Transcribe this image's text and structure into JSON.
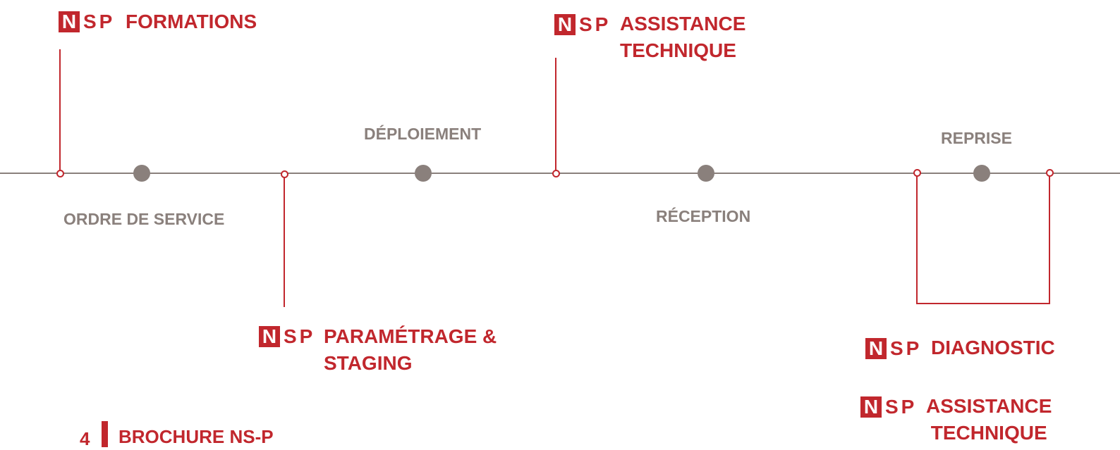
{
  "colors": {
    "brand_red": "#c1272d",
    "phase_gray": "#8a807c"
  },
  "logo": {
    "n": "N",
    "sp": "SP"
  },
  "phases": {
    "ordre": "ORDRE DE SERVICE",
    "deploiement": "DÉPLOIEMENT",
    "reception": "RÉCEPTION",
    "reprise": "REPRISE"
  },
  "services": {
    "formations": "FORMATIONS",
    "assistance_top_1": "ASSISTANCE",
    "assistance_top_2": "TECHNIQUE",
    "parametrage_1": "PARAMÉTRAGE &",
    "parametrage_2": "STAGING",
    "diagnostic": "DIAGNOSTIC",
    "assistance_bottom_1": "ASSISTANCE",
    "assistance_bottom_2": "TECHNIQUE"
  },
  "footer": {
    "page_number": "4",
    "title": "BROCHURE NS-P"
  }
}
